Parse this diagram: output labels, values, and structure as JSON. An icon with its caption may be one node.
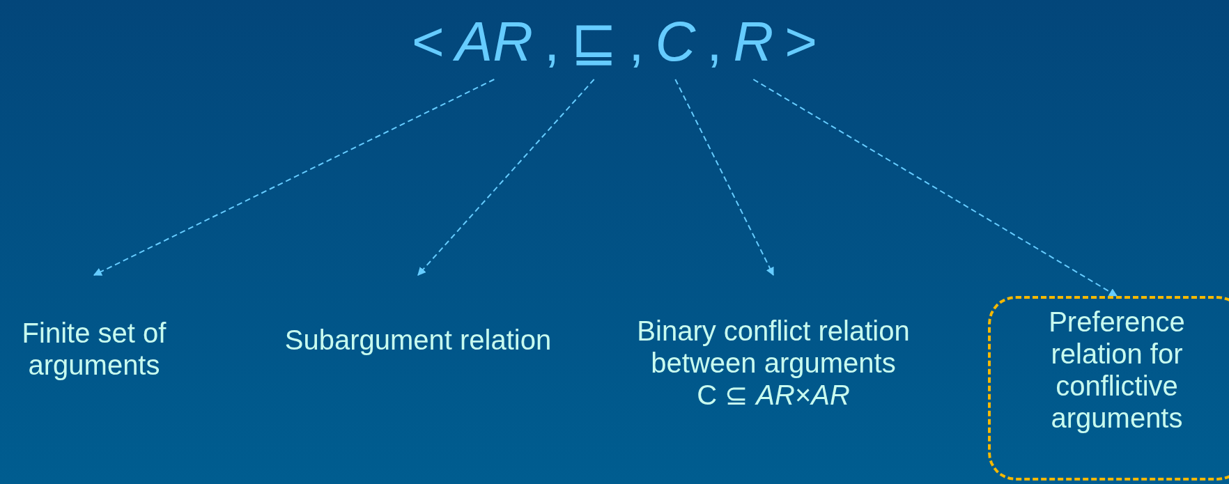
{
  "diagram": {
    "nodes": [
      {
        "text": [
          "AR"
        ]
      },
      {
        "text": [
          "⊑"
        ]
      },
      {
        "text": [
          "C"
        ]
      },
      {
        "text": [
          "R"
        ]
      },
      {
        "text": [
          "Finite set of arguments"
        ]
      },
      {
        "text": [
          "Subargument relation"
        ]
      },
      {
        "text": [
          "Binary conflict relation between arguments",
          "C ⊆ *AR*×*AR*"
        ]
      },
      {
        "text": [
          "Preference relation for conflictive arguments"
        ]
      }
    ],
    "edges": [
      {
        "from": 0,
        "to": 4,
        "arrow": "to",
        "style": "dashed"
      },
      {
        "from": 1,
        "to": 5,
        "arrow": "to",
        "style": "dashed"
      },
      {
        "from": 2,
        "to": 6,
        "arrow": "to",
        "style": "dashed"
      },
      {
        "from": 3,
        "to": 7,
        "arrow": "to",
        "style": "dashed"
      }
    ],
    "labels": [
      "<",
      ",",
      ",",
      ",",
      ">"
    ]
  }
}
